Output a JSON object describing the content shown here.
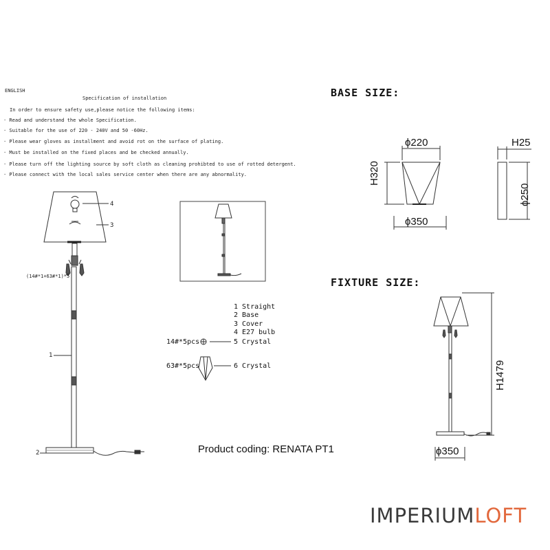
{
  "spec": {
    "language": "ENGLISH",
    "title": "Specification of installation",
    "intro": "In order to ensure safety use,please notice the following items:",
    "items": [
      "· Read and understand the whole Specification.",
      "· Suitable for the use of 220 - 240V and 50 -60Hz.",
      "· Please wear gloves as installment and avoid rot on the surface of plating.",
      "· Must be installed on the fixed places and be checked annually.",
      "· Please turn off the lighting source by soft cloth as cleaning prohibted to use of rotted detergent.",
      "· Please connect with the local sales service center when there are any abnormality."
    ]
  },
  "base_size": {
    "heading": "BASE SIZE:",
    "top_width": "ϕ220",
    "height": "H320",
    "bottom_width": "ϕ350",
    "thickness": "H25",
    "diameter": "ϕ250"
  },
  "fixture_size": {
    "heading": "FIXTURE SIZE:",
    "height": "H1479",
    "base_width": "ϕ350"
  },
  "callouts": {
    "bulb": "4",
    "cover": "3",
    "straight": "1",
    "base": "2",
    "crystal_formula": "(14#*1+63#*1)*5"
  },
  "parts": {
    "items": [
      "1 Straight",
      "2 Base",
      "3 Cover",
      "4 E27 bulb"
    ],
    "crystal_small_qty": "14#*5pcs",
    "crystal_small_label": "5 Crystal",
    "crystal_large_qty": "63#*5pcs",
    "crystal_large_label": "6 Crystal"
  },
  "product_coding": "Product coding: RENATA PT1",
  "brand": {
    "part1": "IMPERIUM",
    "part2": "LOFT",
    "part1_color": "#3a3a3a",
    "part2_color": "#e2683c"
  }
}
